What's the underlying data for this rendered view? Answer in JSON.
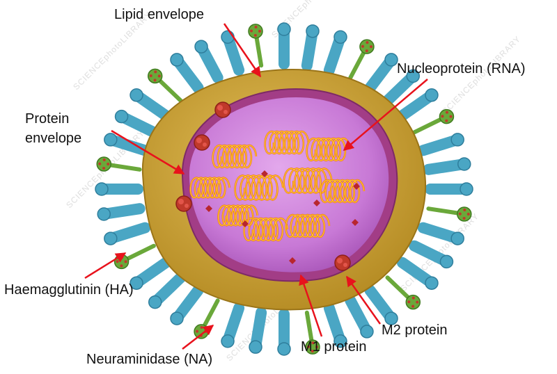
{
  "labels": {
    "lipid_envelope": "Lipid envelope",
    "nucleoprotein": "Nucleoprotein (RNA)",
    "protein_envelope_line1": "Protein",
    "protein_envelope_line2": "envelope",
    "haemagglutinin": "Haemagglutinin (HA)",
    "neuraminidase": "Neuraminidase (NA)",
    "m1_protein": "M1 protein",
    "m2_protein": "M2 protein"
  },
  "watermark": "SCIENCEphotoLIBRARY",
  "colors": {
    "arrow": "#e8121c",
    "ha_spike": "#4aa6c4",
    "na_spike": "#6aa83a",
    "lipid": "#c9a034",
    "matrix": "#a8327a",
    "core": "#c879d6",
    "rna": "#f07a10",
    "m2": "#c0392b"
  }
}
